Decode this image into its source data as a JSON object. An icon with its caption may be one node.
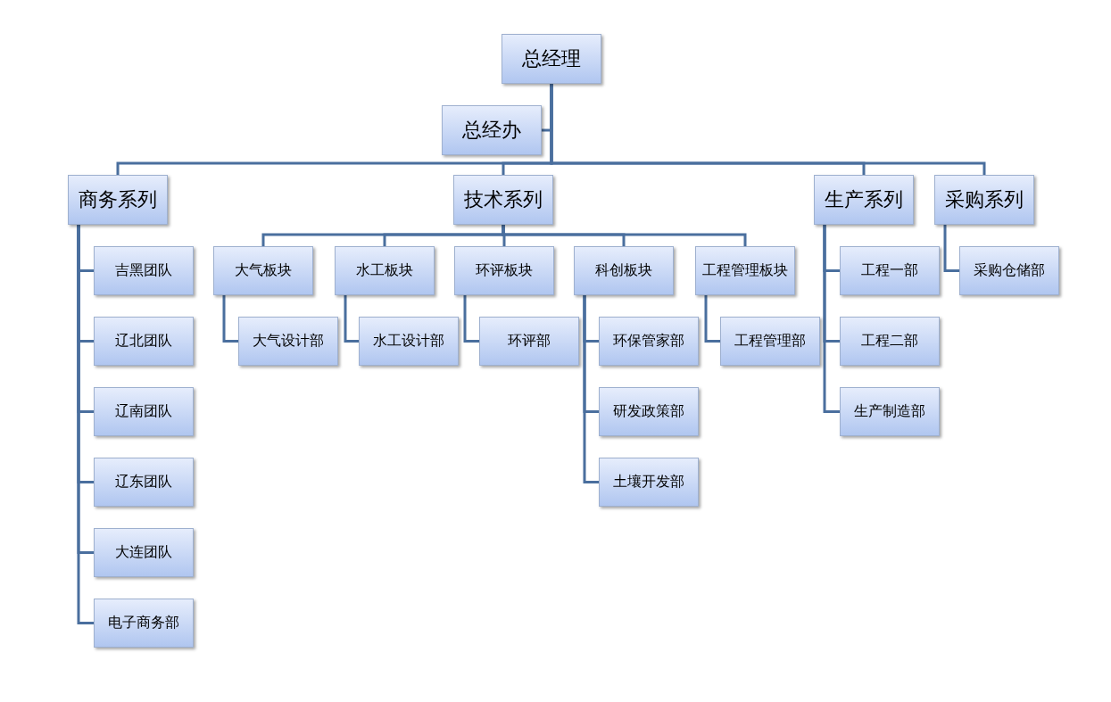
{
  "diagram": {
    "nodes": [
      {
        "text": [
          "总经理"
        ]
      },
      {
        "text": [
          "总经办"
        ]
      },
      {
        "text": [
          "商务系列"
        ]
      },
      {
        "text": [
          "技术系列"
        ]
      },
      {
        "text": [
          "生产系列"
        ]
      },
      {
        "text": [
          "采购系列"
        ]
      },
      {
        "text": [
          "吉黑团队"
        ]
      },
      {
        "text": [
          "辽北团队"
        ]
      },
      {
        "text": [
          "辽南团队"
        ]
      },
      {
        "text": [
          "辽东团队"
        ]
      },
      {
        "text": [
          "大连团队"
        ]
      },
      {
        "text": [
          "电子商务部"
        ]
      },
      {
        "text": [
          "大气板块"
        ]
      },
      {
        "text": [
          "水工板块"
        ]
      },
      {
        "text": [
          "环评板块"
        ]
      },
      {
        "text": [
          "科创板块"
        ]
      },
      {
        "text": [
          "工程管理板块"
        ]
      },
      {
        "text": [
          "大气设计部"
        ]
      },
      {
        "text": [
          "水工设计部"
        ]
      },
      {
        "text": [
          "环评部"
        ]
      },
      {
        "text": [
          "环保管家部"
        ]
      },
      {
        "text": [
          "研发政策部"
        ]
      },
      {
        "text": [
          "土壤开发部"
        ]
      },
      {
        "text": [
          "工程管理部"
        ]
      },
      {
        "text": [
          "工程一部"
        ]
      },
      {
        "text": [
          "工程二部"
        ]
      },
      {
        "text": [
          "生产制造部"
        ]
      },
      {
        "text": [
          "采购仓储部"
        ]
      }
    ],
    "edges": [
      {
        "from": 0,
        "to": 1,
        "arrow": "none"
      },
      {
        "from": 0,
        "to": 2,
        "arrow": "none"
      },
      {
        "from": 0,
        "to": 3,
        "arrow": "none"
      },
      {
        "from": 0,
        "to": 4,
        "arrow": "none"
      },
      {
        "from": 0,
        "to": 5,
        "arrow": "none"
      },
      {
        "from": 2,
        "to": 6,
        "arrow": "none"
      },
      {
        "from": 2,
        "to": 7,
        "arrow": "none"
      },
      {
        "from": 2,
        "to": 8,
        "arrow": "none"
      },
      {
        "from": 2,
        "to": 9,
        "arrow": "none"
      },
      {
        "from": 2,
        "to": 10,
        "arrow": "none"
      },
      {
        "from": 2,
        "to": 11,
        "arrow": "none"
      },
      {
        "from": 3,
        "to": 12,
        "arrow": "none"
      },
      {
        "from": 3,
        "to": 13,
        "arrow": "none"
      },
      {
        "from": 3,
        "to": 14,
        "arrow": "none"
      },
      {
        "from": 3,
        "to": 15,
        "arrow": "none"
      },
      {
        "from": 3,
        "to": 16,
        "arrow": "none"
      },
      {
        "from": 12,
        "to": 17,
        "arrow": "none"
      },
      {
        "from": 13,
        "to": 18,
        "arrow": "none"
      },
      {
        "from": 14,
        "to": 19,
        "arrow": "none"
      },
      {
        "from": 15,
        "to": 20,
        "arrow": "none"
      },
      {
        "from": 15,
        "to": 21,
        "arrow": "none"
      },
      {
        "from": 15,
        "to": 22,
        "arrow": "none"
      },
      {
        "from": 16,
        "to": 23,
        "arrow": "none"
      },
      {
        "from": 4,
        "to": 24,
        "arrow": "none"
      },
      {
        "from": 4,
        "to": 25,
        "arrow": "none"
      },
      {
        "from": 4,
        "to": 26,
        "arrow": "none"
      },
      {
        "from": 5,
        "to": 27,
        "arrow": "none"
      }
    ]
  }
}
